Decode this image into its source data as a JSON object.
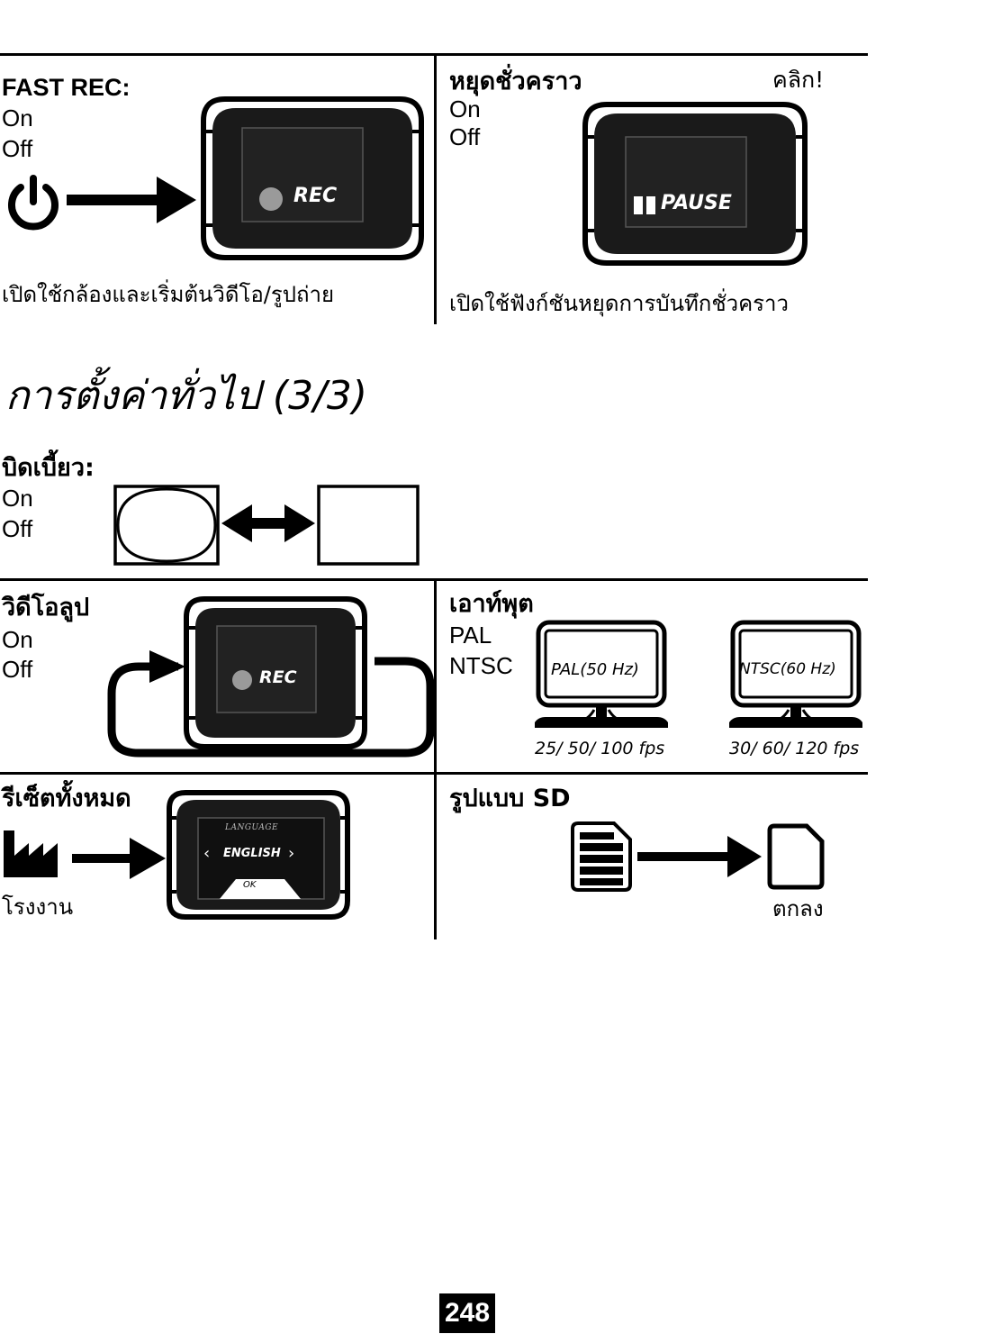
{
  "fast_rec": {
    "title": "FAST REC:",
    "options": [
      "On",
      "Off"
    ],
    "screen_label": "REC",
    "description": "เปิดใช้กล้องและเริ่มต้นวิดีโอ/รูปถ่าย",
    "icons": [
      "power-icon",
      "arrow-right-icon",
      "camera-icon"
    ]
  },
  "pause": {
    "title": "หยุดชั่วคราว",
    "click_label": "คลิก!",
    "options": [
      "On",
      "Off"
    ],
    "screen_label": "PAUSE",
    "description": "เปิดใช้ฟังก์ชันหยุดการบันทึกชั่วคราว"
  },
  "section": {
    "heading": "การตั้งค่าทั่วไป (3/3)"
  },
  "distortion": {
    "title": "บิดเบี้ยว:",
    "options": [
      "On",
      "Off"
    ]
  },
  "video_loop": {
    "title": "วิดีโอลูป",
    "options": [
      "On",
      "Off"
    ],
    "screen_label": "REC"
  },
  "output": {
    "title": "เอาท์พุต",
    "options": [
      "PAL",
      "NTSC"
    ],
    "monitors": [
      {
        "screen_label": "PAL(50 Hz)",
        "fps": "25/ 50/ 100 fps"
      },
      {
        "screen_label": "NTSC(60 Hz)",
        "fps": "30/ 60/ 120 fps"
      }
    ]
  },
  "reset_all": {
    "title": "รีเซ็ตทั้งหมด",
    "caption": "โรงงาน",
    "screen": {
      "header": "LANGUAGE",
      "value": "ENGLISH",
      "button": "OK"
    }
  },
  "sd_format": {
    "title": "รูปแบบ SD",
    "caption": "ตกลง"
  },
  "page_number": "248",
  "colors": {
    "ink": "#000000",
    "screen": "#1a1a1a",
    "rec_dot": "#9a9a9a",
    "paper": "#ffffff"
  }
}
